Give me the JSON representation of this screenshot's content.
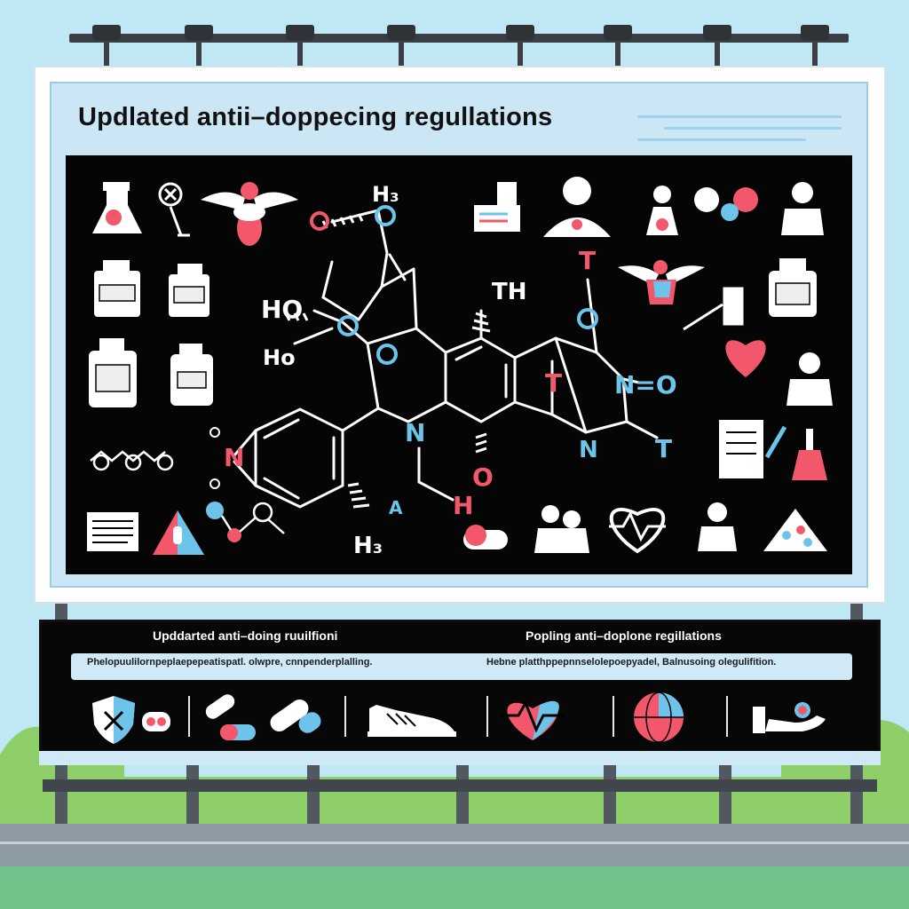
{
  "billboard": {
    "title": "Updlated antii–doppecing regullations",
    "bottom": {
      "subtitle_left": "Upddarted anti–doing ruuilfioni",
      "subtitle_right": "Popling anti–doplone regillations",
      "strip_left": "Phelopuulilornpeplaepepeatispatl. olwpre, cnnpenderplalling.",
      "strip_right": "Hebne platthppepnnselolepoepyadel, Balnusoing olegulifition."
    }
  },
  "chemical_structure": {
    "labels": [
      "HO",
      "Ho",
      "O",
      "O",
      "O",
      "H₃",
      "O",
      "TH",
      "O",
      "T",
      "T",
      "N=O",
      "N",
      "N",
      "A",
      "H",
      "O",
      "H₃",
      "T",
      "N"
    ]
  },
  "icons_top_left": [
    "flask-icon",
    "no-entry-icon",
    "winged-pill-icon",
    "medicine-bottle-icon",
    "medicine-bottle-icon",
    "medicine-bottle-icon",
    "medicine-bottle-icon",
    "molecule-icon",
    "document-icon",
    "warning-icon",
    "molecule-icon"
  ],
  "icons_top_right": [
    "label-icon",
    "doctor-icon",
    "flask-person-icon",
    "handshake-icon",
    "person-icon",
    "winged-icon",
    "syringe-icon",
    "medicine-bottle-icon",
    "heart-icon",
    "athlete-icon",
    "report-icon",
    "test-tube-icon",
    "pill-icon",
    "team-icon",
    "heartbeat-icon",
    "person-icon",
    "pill-pile-icon"
  ],
  "icons_bottom": [
    "shield-cross-icon",
    "pill-icon",
    "capsule-icon",
    "sneaker-icon",
    "heart-pulse-icon",
    "globe-icon",
    "hand-pill-icon"
  ],
  "colors": {
    "sky": "#bfe7f4",
    "board": "#050505",
    "accent_red": "#f2576b",
    "accent_blue": "#6cc4ea",
    "panel": "#cbe7f5"
  }
}
